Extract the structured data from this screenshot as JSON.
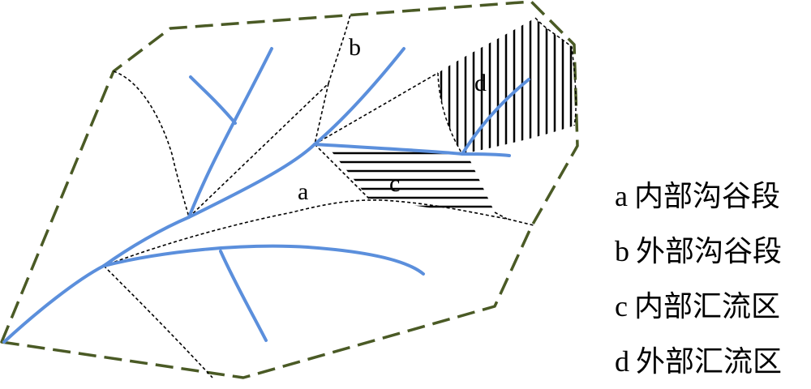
{
  "labels": {
    "a": "a",
    "b": "b",
    "c": "c",
    "d": "d"
  },
  "legend": [
    {
      "key": "a",
      "text": "内部沟谷段"
    },
    {
      "key": "b",
      "text": "外部沟谷段"
    },
    {
      "key": "c",
      "text": "内部汇流区"
    },
    {
      "key": "d",
      "text": "外部汇流区"
    }
  ],
  "colors": {
    "boundary": "#4a5a25",
    "stream": "#5b8fdc",
    "divide": "#000000",
    "hatch": "#000000"
  }
}
